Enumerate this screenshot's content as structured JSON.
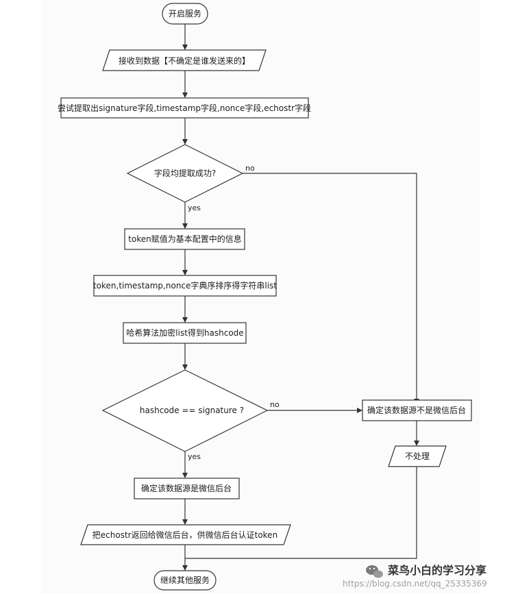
{
  "nodes": {
    "start": "开启服务",
    "receive": "接收到数据【不确定是谁发送来的】",
    "extract": "尝试提取出signature字段,timestamp字段,nonce字段,echostr字段",
    "check_fields": "字段均提取成功?",
    "token_assign": "token赋值为基本配置中的信息",
    "sort": "token,timestamp,nonce字典序排序得字符串list",
    "hash": "哈希算法加密list得到hashcode",
    "compare": "hashcode == signature ?",
    "confirm_wechat": "确定该数据源是微信后台",
    "return_echostr": "把echostr返回给微信后台，供微信后台认证token",
    "not_wechat": "确定该数据源不是微信后台",
    "no_process": "不处理",
    "end": "继续其他服务"
  },
  "edge_labels": {
    "fields_yes": "yes",
    "fields_no": "no",
    "hash_yes": "yes",
    "hash_no": "no"
  },
  "watermark": {
    "account_name": "菜鸟小白的学习分享",
    "url": "https://blog.csdn.net/qq_25335369"
  }
}
